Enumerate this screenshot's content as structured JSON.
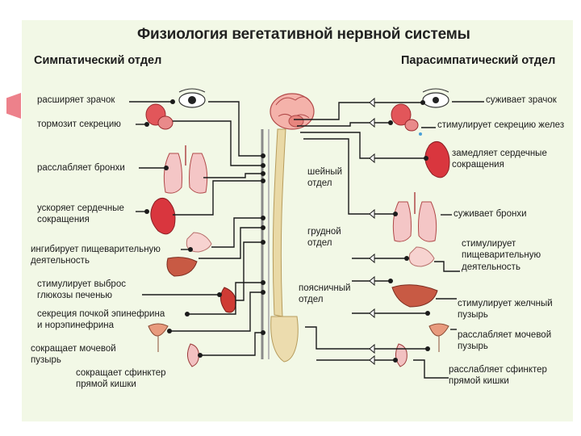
{
  "title": "Физиология вегетативной нервной системы",
  "left_header": "Симпатический отдел",
  "right_header": "Парасимпатический отдел",
  "sympathetic": [
    {
      "text": "расширяет зрачок"
    },
    {
      "text": "тормозит секрецию"
    },
    {
      "text": "расслабляет бронхи"
    },
    {
      "line1": "ускоряет сердечные",
      "line2": "сокращения"
    },
    {
      "line1": "ингибирует пищеварительную",
      "line2": "деятельность"
    },
    {
      "line1": "стимулирует выброс",
      "line2": "глюкозы печенью"
    },
    {
      "line1": "секреция почкой эпинефрина",
      "line2": "и норэпинефрина"
    },
    {
      "line1": "сокращает мочевой",
      "line2": "пузырь"
    },
    {
      "line1": "сокращает сфинктер",
      "line2": "прямой кишки"
    }
  ],
  "parasympathetic": [
    {
      "text": "суживает зрачок"
    },
    {
      "text": "стимулирует секрецию желез"
    },
    {
      "line1": "замедляет сердечные",
      "line2": "сокращения"
    },
    {
      "text": "суживает бронхи"
    },
    {
      "line1": "стимулирует",
      "line2": "пищеварительную",
      "line3": "деятельность"
    },
    {
      "line1": "стимулирует желчный",
      "line2": "пузырь"
    },
    {
      "line1": "расслабляет мочевой",
      "line2": "пузырь"
    },
    {
      "line1": "расслабляет сфинктер",
      "line2": "прямой кишки"
    }
  ],
  "spinal_regions": [
    {
      "line1": "шейный",
      "line2": "отдел"
    },
    {
      "line1": "грудной",
      "line2": "отдел"
    },
    {
      "line1": "поясничный",
      "line2": "отдел"
    }
  ],
  "colors": {
    "background": "#f2f8e6",
    "organ": "#d9363e",
    "nerve": "#1b1b1b",
    "spine": "#e9d9a6",
    "brain": "#f0a6a0"
  }
}
